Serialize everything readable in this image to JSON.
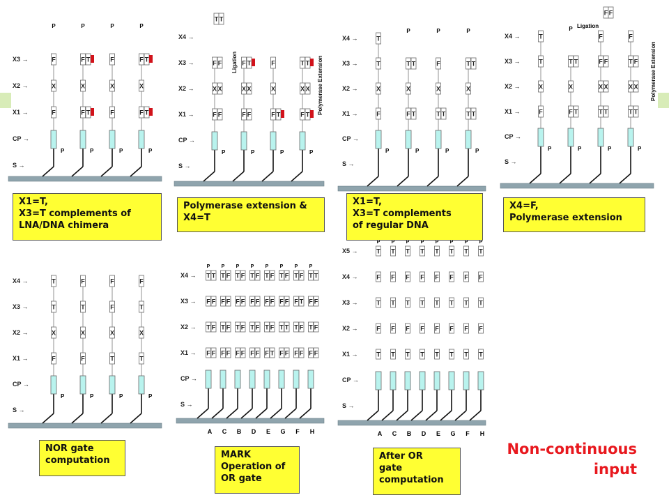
{
  "colors": {
    "cap": "#b9f3ee",
    "gate": "#d1121a",
    "base": "#8fa4ad",
    "caption_bg": "#ffff33",
    "accent": "#e8181e"
  },
  "captions": {
    "p1": "X1=T,\nX3=T complements of\nLNA/DNA chimera",
    "p2": "Polymerase extension &\nX4=T",
    "p3": "X1=T,\nX3=T complements\nof regular DNA",
    "p4": "X4=F,\nPolymerase extension",
    "p5": "NOR gate\ncomputation",
    "p6": "MARK\nOperation of\nOR gate",
    "p7": "After OR\ngate\ncomputation"
  },
  "annotations": {
    "ligation": "Ligation",
    "polymerase_extension": "Polymerase Extension",
    "non_continuous": "Non-continuous\ninput"
  },
  "strand_letters": {
    "T": "T",
    "F": "F",
    "X": "X",
    "P": "P"
  },
  "panels": [
    {
      "id": "p1",
      "rows": [
        "X3",
        "X2",
        "X1",
        "CP",
        "S"
      ],
      "strands": [
        {
          "main": [
            "P",
            "F",
            "X",
            "F"
          ]
        },
        {
          "main": [
            "P",
            "F",
            "X",
            "F"
          ],
          "side": [
            "T",
            "",
            "T"
          ],
          "gates": [
            "X3",
            "X1"
          ]
        },
        {
          "main": [
            "P",
            "F",
            "X",
            "F"
          ]
        },
        {
          "main": [
            "P",
            "F",
            "X",
            "F"
          ],
          "side": [
            "T",
            "",
            "T"
          ],
          "gates": [
            "X3",
            "X1"
          ]
        }
      ],
      "side_p": true
    },
    {
      "id": "p2",
      "rows": [
        "X4",
        "X3",
        "X2",
        "X1",
        "CP",
        "S"
      ],
      "top_pair": [
        "T",
        "T"
      ],
      "strands": [
        {
          "main": [
            "F",
            "X",
            "F"
          ],
          "side": [
            "F",
            "X",
            "F"
          ]
        },
        {
          "main": [
            "F",
            "X",
            "F"
          ],
          "side": [
            "T",
            "X",
            "F"
          ],
          "gates": [
            "X3"
          ]
        },
        {
          "main": [
            "F",
            "X",
            "F"
          ],
          "side": [
            "",
            "",
            "T"
          ],
          "gates": [
            "X1"
          ]
        },
        {
          "main": [
            "T",
            "X",
            "F"
          ],
          "side": [
            "T",
            "X",
            "T"
          ],
          "gates": [
            "X3",
            "X1"
          ]
        }
      ]
    },
    {
      "id": "p3",
      "rows": [
        "X4",
        "X3",
        "X2",
        "X1",
        "CP",
        "S"
      ],
      "strands": [
        {
          "main": [
            "T",
            "T",
            "X",
            "F"
          ]
        },
        {
          "main": [
            "P",
            "T",
            "X",
            "F"
          ],
          "side": [
            "T",
            "",
            "T"
          ]
        },
        {
          "main": [
            "P",
            "F",
            "X",
            "T"
          ],
          "side": [
            "",
            "",
            "T"
          ]
        },
        {
          "main": [
            "P",
            "T",
            "X",
            "T"
          ],
          "side": [
            "T",
            "",
            "T"
          ]
        }
      ]
    },
    {
      "id": "p4",
      "rows": [
        "X4",
        "X3",
        "X2",
        "X1",
        "CP",
        "S"
      ],
      "top_pair": [
        "F",
        "F"
      ],
      "strands": [
        {
          "main": [
            "T",
            "T",
            "X",
            "F"
          ]
        },
        {
          "main": [
            "P",
            "T",
            "X",
            "F"
          ],
          "side": [
            "T",
            "",
            "T"
          ]
        },
        {
          "main": [
            "F",
            "F",
            "X",
            "T"
          ],
          "side": [
            "F",
            "X",
            "T"
          ]
        },
        {
          "main": [
            "F",
            "T",
            "X",
            "T"
          ],
          "side": [
            "F",
            "X",
            "T"
          ]
        }
      ]
    },
    {
      "id": "p5",
      "rows": [
        "X4",
        "X3",
        "X2",
        "X1",
        "CP",
        "S"
      ],
      "strands": [
        {
          "main": [
            "T",
            "T",
            "X",
            "F"
          ]
        },
        {
          "main": [
            "F",
            "T",
            "X",
            "F"
          ]
        },
        {
          "main": [
            "F",
            "F",
            "X",
            "T"
          ]
        },
        {
          "main": [
            "F",
            "T",
            "X",
            "T"
          ]
        }
      ]
    },
    {
      "id": "p6",
      "rows": [
        "X4",
        "X3",
        "X2",
        "X1",
        "CP",
        "S"
      ],
      "lanes": [
        "A",
        "C",
        "B",
        "D",
        "E",
        "G",
        "F",
        "H"
      ]
    },
    {
      "id": "p7",
      "rows": [
        "X5",
        "X4",
        "X3",
        "X2",
        "X1",
        "CP",
        "S"
      ],
      "lanes": [
        "A",
        "C",
        "B",
        "D",
        "E",
        "G",
        "F",
        "H"
      ]
    }
  ]
}
